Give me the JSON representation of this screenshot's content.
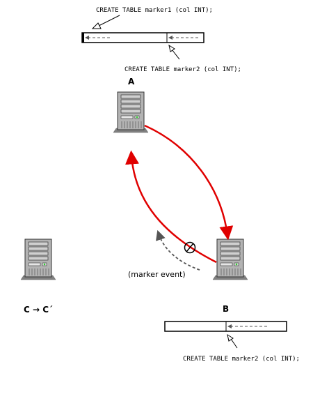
{
  "labels": {
    "server_a": "A",
    "server_b": "B",
    "server_c": "C → C´",
    "marker_event": "(marker event)"
  },
  "sql": {
    "top_marker1": "CREATE TABLE marker1 (col INT);",
    "top_marker2": "CREATE TABLE marker2 (col INT);",
    "bottom_marker2": "CREATE TABLE marker2 (col INT);"
  },
  "colors": {
    "replication_arrow": "#e00000",
    "server_body": "#b3b3b3",
    "dashed_arrow": "#555555"
  }
}
